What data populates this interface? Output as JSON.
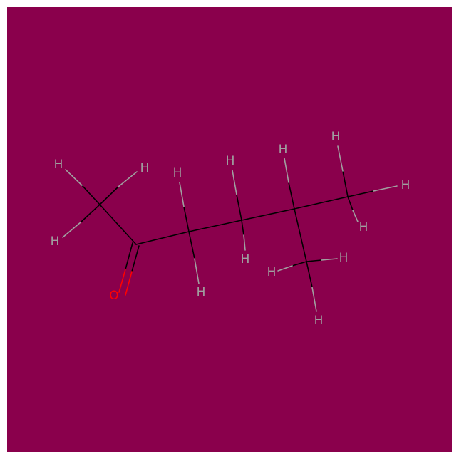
{
  "colors": {
    "background": "#8A004C",
    "bond_carbon": "#000000",
    "hydrogen": "#A0A0A0",
    "oxygen": "#FF0000"
  },
  "atoms": {
    "o1": "O",
    "h1": "H",
    "h2": "H",
    "h3": "H",
    "h4": "H",
    "h5": "H",
    "h6": "H",
    "h7": "H",
    "h8": "H",
    "h9": "H",
    "h10": "H",
    "h11": "H",
    "h12": "H",
    "h13": "H",
    "h14": "H"
  }
}
